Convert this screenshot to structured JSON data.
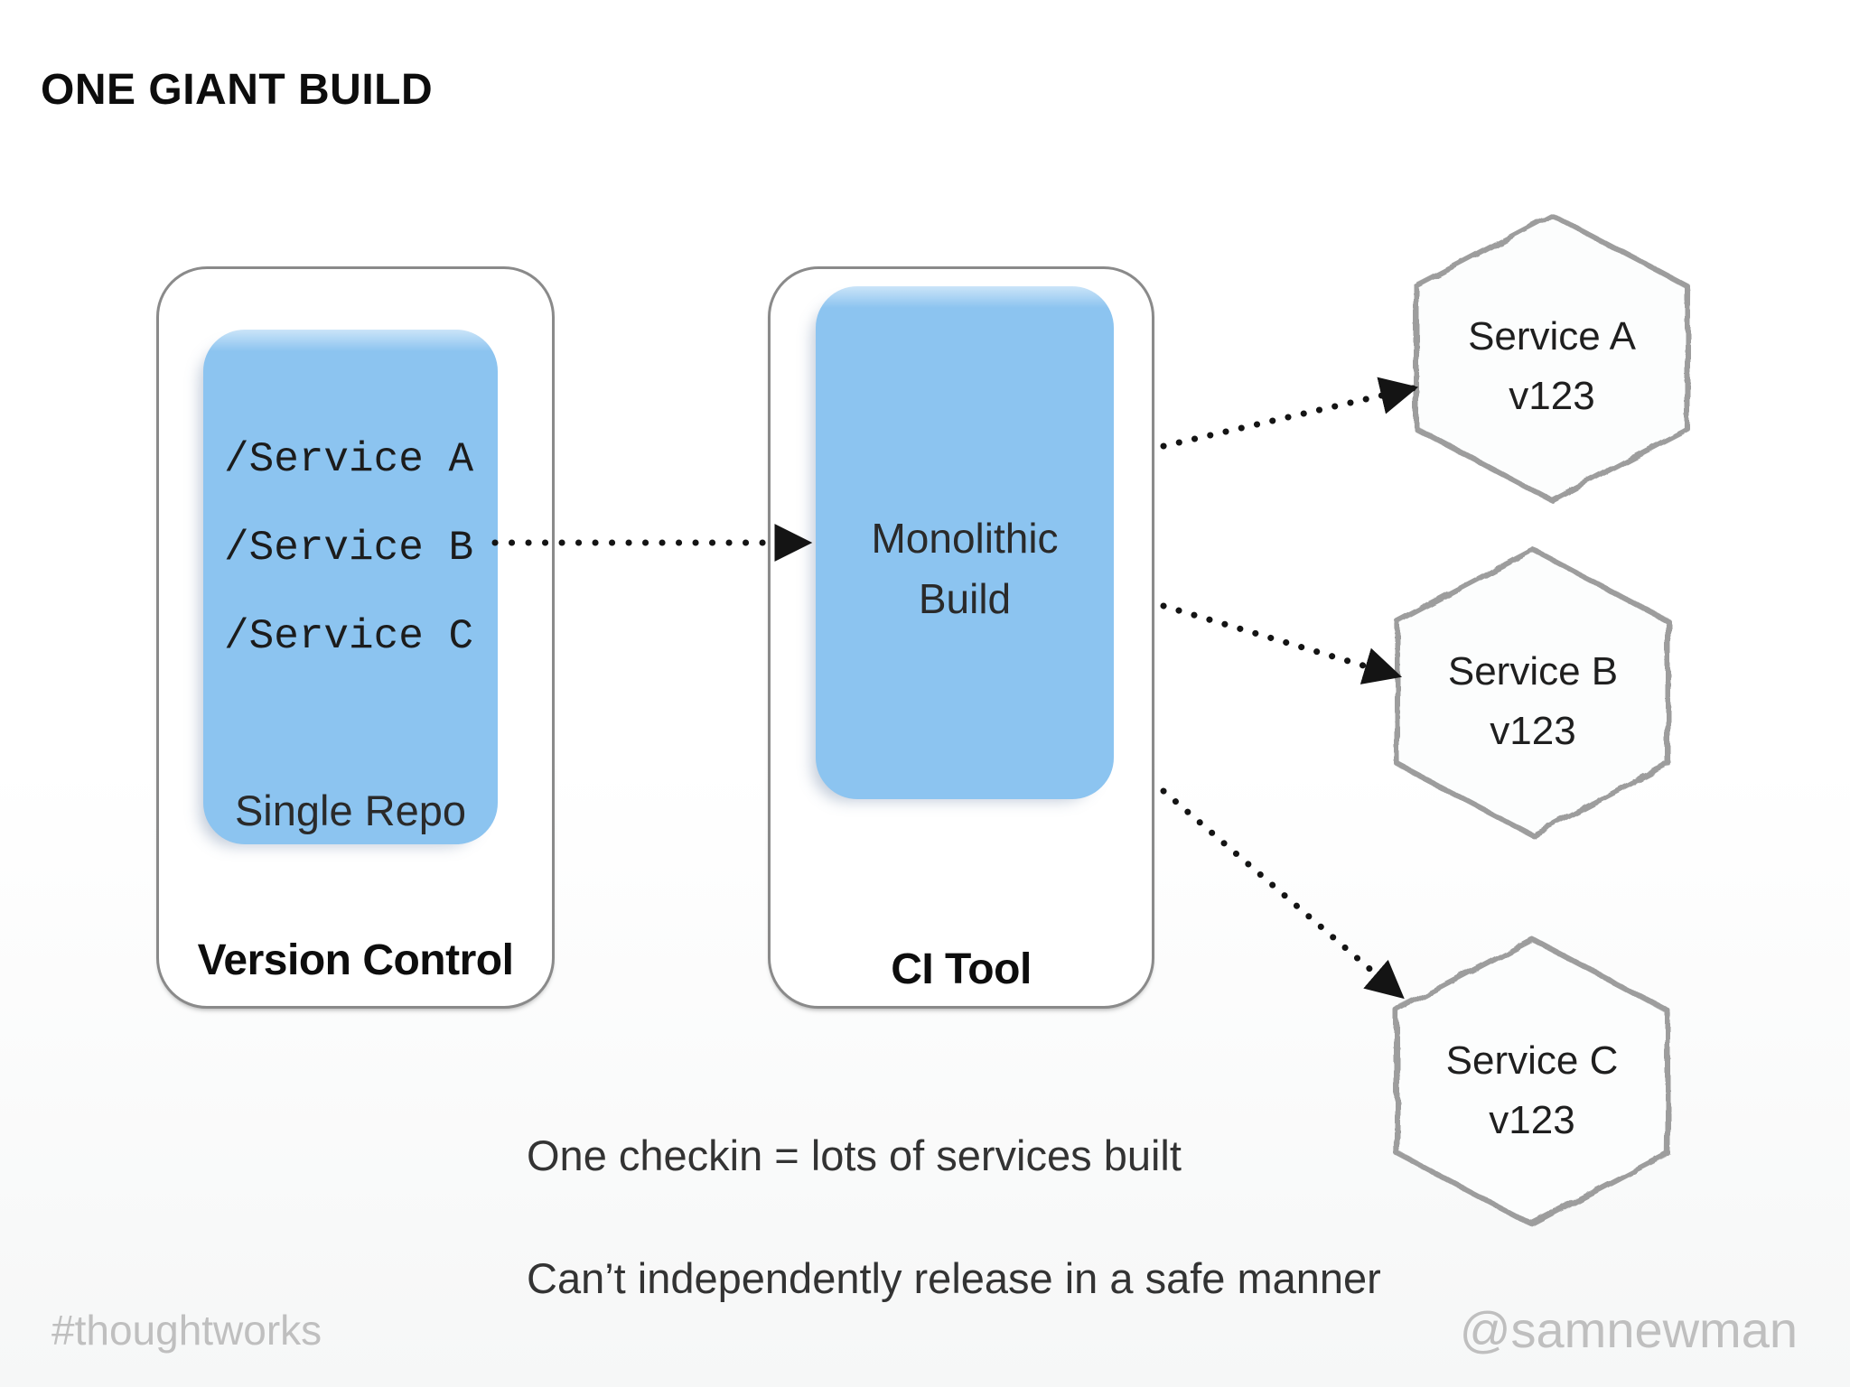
{
  "slide": {
    "title": "ONE GIANT BUILD",
    "notes": [
      "One checkin = lots of services built",
      "Can’t independently release in a safe manner"
    ],
    "footer_left": "#thoughtworks",
    "footer_right": "@samnewman"
  },
  "version_control": {
    "label": "Version Control",
    "single_repo": {
      "label": "Single Repo",
      "folders": [
        "/Service A",
        "/Service B",
        "/Service C"
      ]
    }
  },
  "ci_tool": {
    "label": "CI Tool",
    "monolithic_build": {
      "line1": "Monolithic",
      "line2": "Build"
    }
  },
  "services": [
    {
      "name": "Service A",
      "version": "v123"
    },
    {
      "name": "Service B",
      "version": "v123"
    },
    {
      "name": "Service C",
      "version": "v123"
    }
  ],
  "colors": {
    "highlight_blue": "#8cc4f0",
    "container_border_gray": "#8a8a8a",
    "hexagon_border_gray": "#9d9d9d",
    "arrow_black": "#141414",
    "muted_footer_gray": "#bfbfbf"
  }
}
